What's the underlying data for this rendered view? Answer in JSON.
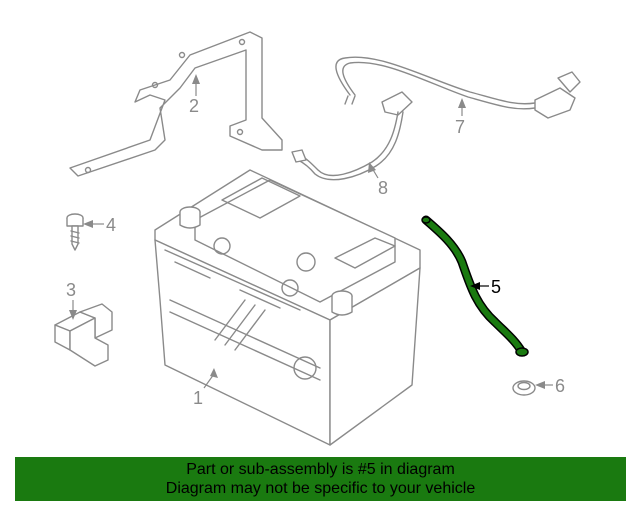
{
  "callouts": [
    {
      "id": "1",
      "label": "1"
    },
    {
      "id": "2",
      "label": "2"
    },
    {
      "id": "3",
      "label": "3"
    },
    {
      "id": "4",
      "label": "4"
    },
    {
      "id": "5",
      "label": "5"
    },
    {
      "id": "6",
      "label": "6"
    },
    {
      "id": "7",
      "label": "7"
    },
    {
      "id": "8",
      "label": "8"
    }
  ],
  "highlight_color": "#1a7a10",
  "banner": {
    "line1": "Part or sub-assembly is #5 in diagram",
    "line2": "Diagram may not be specific to your vehicle"
  }
}
